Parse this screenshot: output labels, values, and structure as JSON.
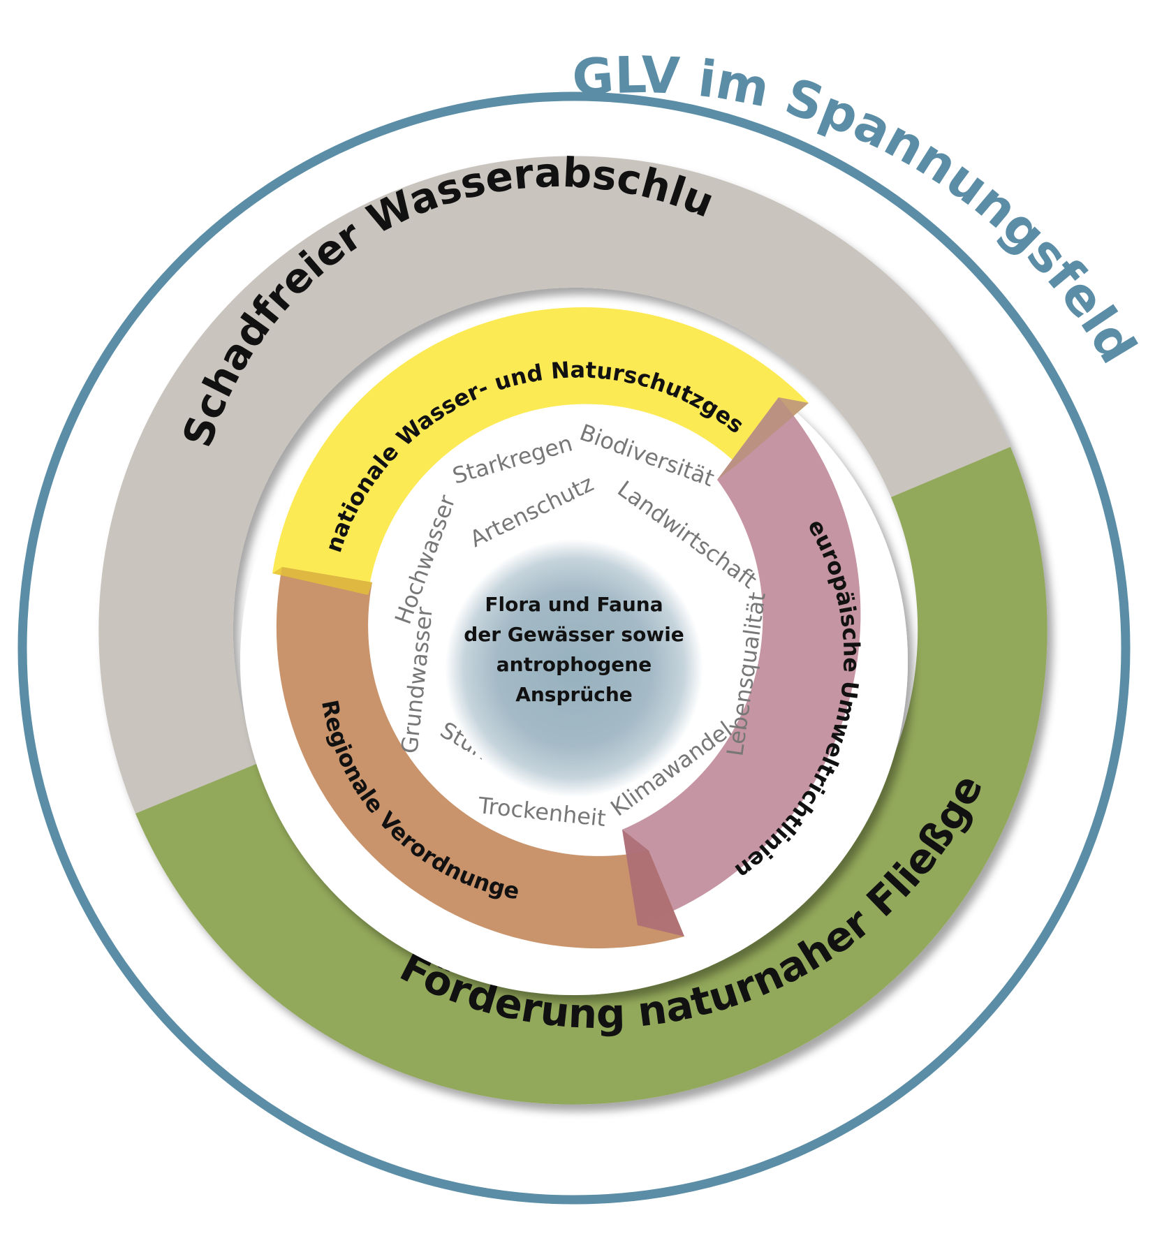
{
  "title": "GLV im Spannungsfeld",
  "outer": {
    "top": "Schadfreier Wasserabschluss",
    "bottom": "Förderung naturnaher Fließgewässer"
  },
  "bands": {
    "national": "nationale Wasser- und Naturschutzgesetze",
    "european": "europäische Umweltrichtlinien",
    "regional": "Regionale Verordnungen"
  },
  "keywords": [
    "Starkregen",
    "Biodiversität",
    "Artenschutz",
    "Landwirtschaft",
    "Hochwasser",
    "Lebensqualität",
    "Grundwasser",
    "Stürme",
    "Klimawandel",
    "Trockenheit"
  ],
  "center": [
    "Flora und Fauna",
    "der Gewässer sowie",
    "antrophogene",
    "Ansprüche"
  ],
  "colors": {
    "title": "#5b8ea6",
    "ring_border": "#5b8ea6",
    "top_ring": "#c9c5be",
    "bottom_ring": "#92a85a",
    "national_band": "#fcea55",
    "european_band": "#c08c9b",
    "regional_band": "#c68e63",
    "center": "#a4bac6"
  }
}
